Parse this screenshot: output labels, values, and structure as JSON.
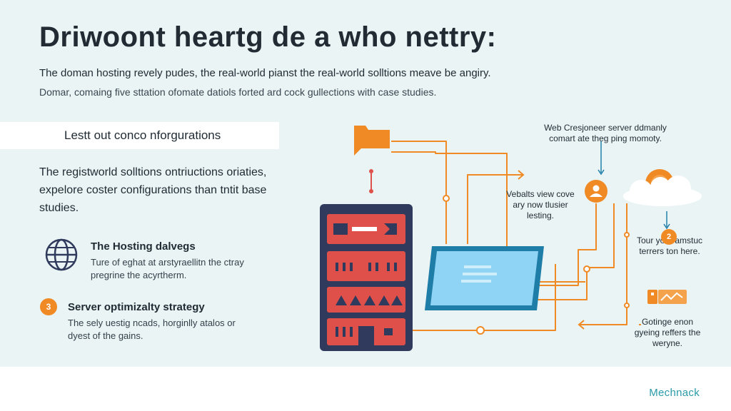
{
  "header": {
    "title": "Driwoont heartg de a who nettry:",
    "subtitle_1": "The doman hosting revely pudes, the real-world pianst the real-world solltions meave be angiry.",
    "subtitle_2": "Domar, comaing five sttation ofomate datiols forted ard cock gullections with case studies."
  },
  "section_bar": {
    "label": "Lestt out conco nforgurations"
  },
  "intro_paragraph": "The registworld solltions ontriuctions oriaties, expelore coster configurations than tntit base studies.",
  "features": [
    {
      "icon": "globe-icon",
      "title": "The Hosting dalvegs",
      "desc": "Ture of eghat at arstyraellitn the ctray pregrine the acyrtherm."
    },
    {
      "badge": "3",
      "title": "Server optimizalty strategy",
      "desc": "The sely uestig ncads, horginlly atalos or dyest of the gains."
    }
  ],
  "callouts": {
    "top_right": "Web Cresjoneer server ddmanly comart ate theg ping momoty.",
    "mid": "Vebalts view cove ary now tlusier lesting.",
    "right_top": "Tour your amstuc terrers ton here.",
    "right_top_badge": "2",
    "right_bottom": "Gotinge enon gyeing reffers the weryne."
  },
  "footer": {
    "brand": "Mechnack"
  },
  "colors": {
    "background": "#eaf4f5",
    "accent_orange": "#f08a24",
    "server_red": "#e0504b",
    "server_navy": "#2f3a5c",
    "screen_blue": "#8fd3f5",
    "brand_teal": "#2a9aa8"
  }
}
